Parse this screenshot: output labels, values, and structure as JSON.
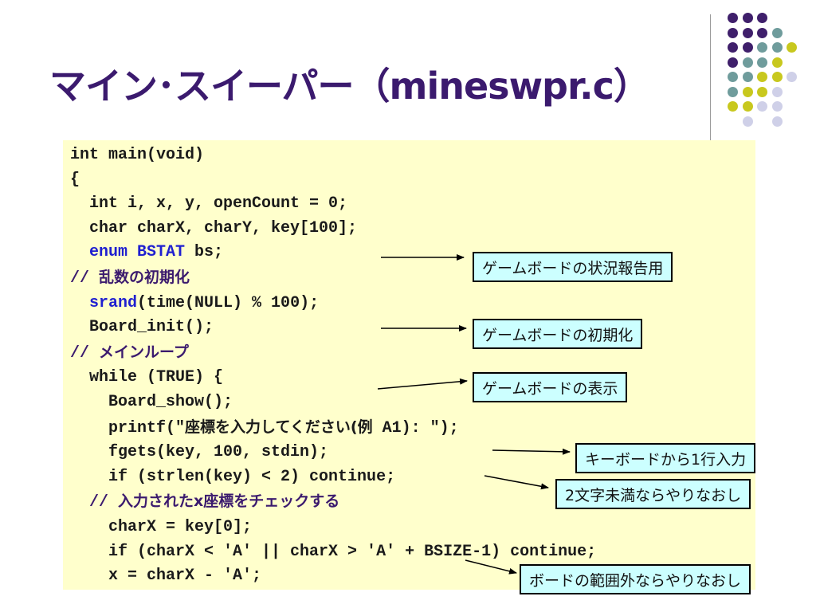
{
  "slide": {
    "title": "マイン･スイーパー（mineswpr.c）"
  },
  "code": {
    "lines": [
      {
        "segments": [
          {
            "t": "int main(void)"
          }
        ]
      },
      {
        "segments": [
          {
            "t": "{"
          }
        ]
      },
      {
        "segments": [
          {
            "t": "  int i, x, y, openCount = 0;"
          }
        ]
      },
      {
        "segments": [
          {
            "t": "  char charX, charY, key[100];"
          }
        ]
      },
      {
        "segments": [
          {
            "t": "  "
          },
          {
            "t": "enum BSTAT",
            "c": "kw"
          },
          {
            "t": " bs;"
          }
        ]
      },
      {
        "segments": [
          {
            "t": "// ",
            "c": "cm"
          },
          {
            "t": "乱数の初期化",
            "c": "cm jp"
          }
        ]
      },
      {
        "segments": [
          {
            "t": "  "
          },
          {
            "t": "srand",
            "c": "kw"
          },
          {
            "t": "(time(NULL) % 100);"
          }
        ]
      },
      {
        "segments": [
          {
            "t": "  Board_init();"
          }
        ]
      },
      {
        "segments": [
          {
            "t": "// ",
            "c": "cm"
          },
          {
            "t": "メインループ",
            "c": "cm jp"
          }
        ]
      },
      {
        "segments": [
          {
            "t": "  while (TRUE) {"
          }
        ]
      },
      {
        "segments": [
          {
            "t": "    Board_show();"
          }
        ]
      },
      {
        "segments": [
          {
            "t": "    printf(\""
          },
          {
            "t": "座標を入力してください(例",
            "c": "jp"
          },
          {
            "t": " A1): \");"
          }
        ]
      },
      {
        "segments": [
          {
            "t": "    fgets(key, 100, stdin);"
          }
        ]
      },
      {
        "segments": [
          {
            "t": "    if (strlen(key) < 2) continue;"
          }
        ]
      },
      {
        "segments": [
          {
            "t": "  // ",
            "c": "cm"
          },
          {
            "t": "入力されたx座標をチェックする",
            "c": "cm jp"
          }
        ]
      },
      {
        "segments": [
          {
            "t": "    charX = key[0];"
          }
        ]
      },
      {
        "segments": [
          {
            "t": "    if (charX < 'A' || charX > 'A' + BSIZE-1) continue;"
          }
        ]
      },
      {
        "segments": [
          {
            "t": "    x = charX - 'A';"
          }
        ]
      }
    ]
  },
  "notes": {
    "status": "ゲームボードの状況報告用",
    "init": "ゲームボードの初期化",
    "show": "ゲームボードの表示",
    "input": "キーボードから1行入力",
    "short": "2文字未満ならやりなおし",
    "range": "ボードの範囲外ならやりなおし"
  },
  "colors": {
    "title": "#3b1a6e",
    "code_bg": "#ffffcc",
    "keyword": "#1f1fd0",
    "comment": "#3b1a6e",
    "note_bg": "#ccffff",
    "dot_purple": "#3f1f6b",
    "dot_teal": "#6f9c9c",
    "dot_yellow": "#c8c81e",
    "dot_lavender": "#cfd0e8"
  },
  "dot_grid": [
    [
      "purple",
      "purple",
      "purple",
      "",
      ""
    ],
    [
      "purple",
      "purple",
      "purple",
      "teal",
      ""
    ],
    [
      "purple",
      "purple",
      "teal",
      "teal",
      "yellow"
    ],
    [
      "purple",
      "teal",
      "teal",
      "yellow",
      ""
    ],
    [
      "teal",
      "teal",
      "yellow",
      "yellow",
      "lavender"
    ],
    [
      "teal",
      "yellow",
      "yellow",
      "lavender",
      ""
    ],
    [
      "yellow",
      "yellow",
      "lavender",
      "lavender",
      ""
    ],
    [
      "",
      "lavender",
      "",
      "lavender",
      ""
    ]
  ]
}
